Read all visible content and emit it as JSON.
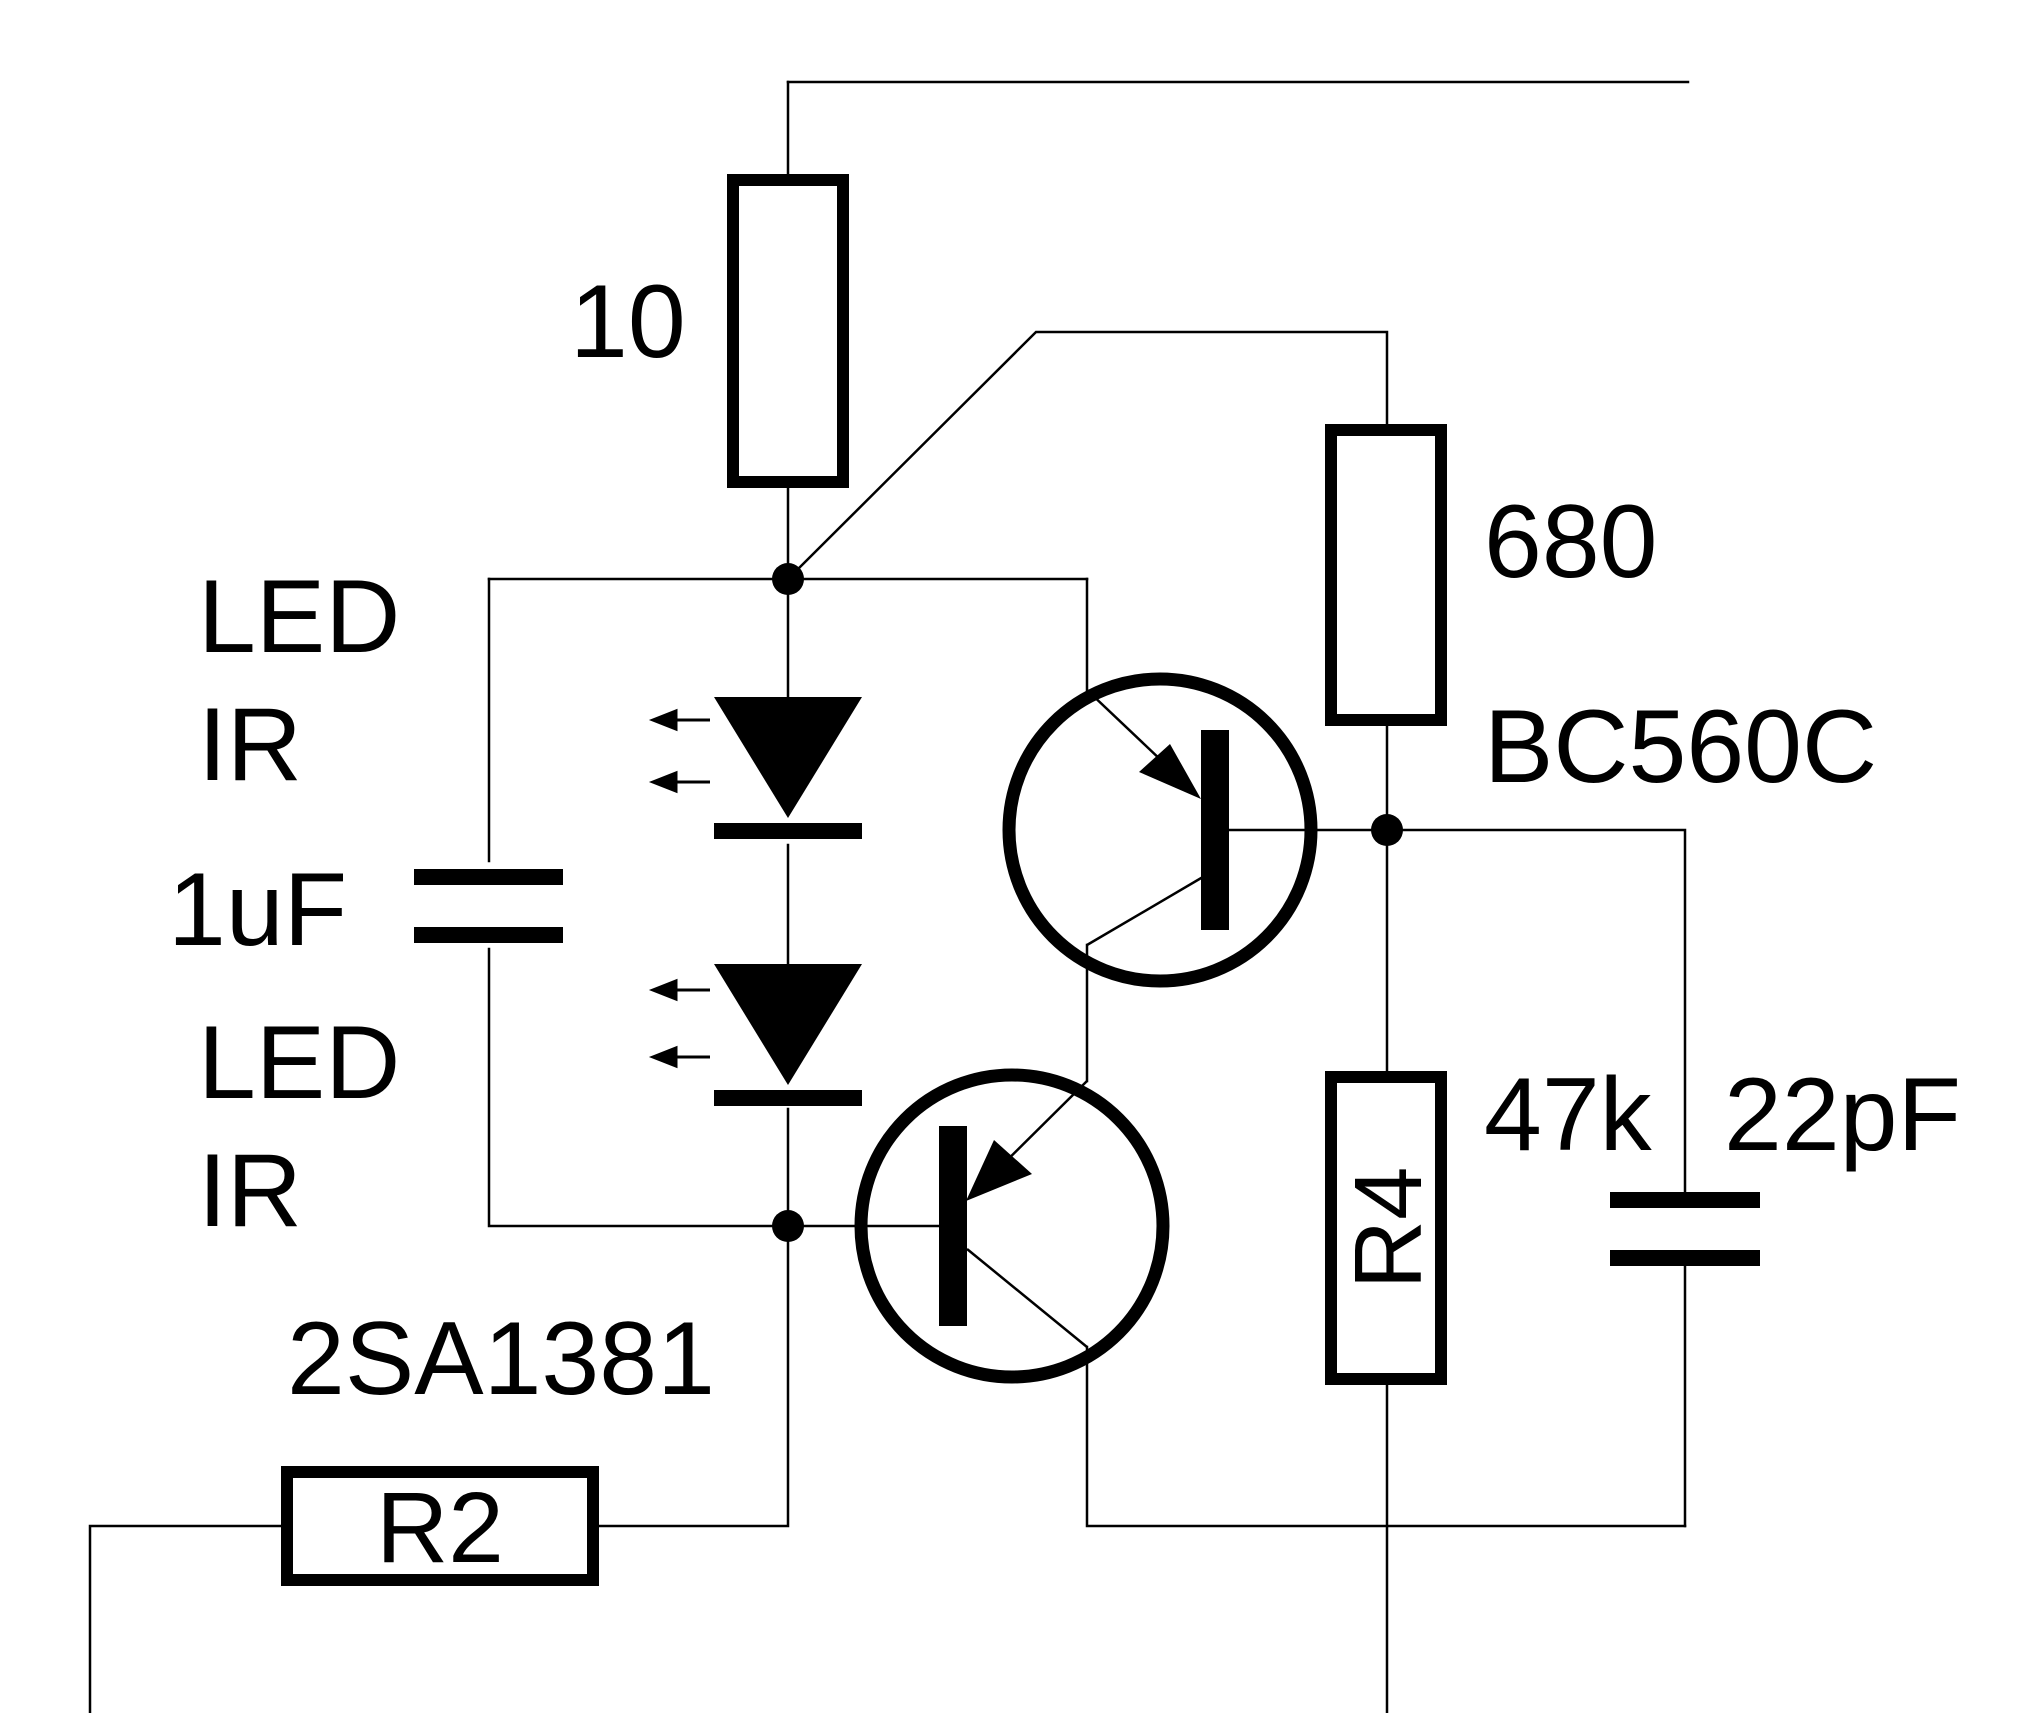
{
  "schematic": {
    "labels": {
      "r_top": "10",
      "r_collector": "680",
      "r_bias_value": "47k",
      "r_bias_ref": "R4",
      "r_base_ref": "R2",
      "led_1_line1": "LED",
      "led_1_line2": "IR",
      "led_2_line1": "LED",
      "led_2_line2": "IR",
      "cap_left": "1uF",
      "cap_right": "22pF",
      "transistor_upper": "BC560C",
      "transistor_lower": "2SA1381"
    },
    "colors": {
      "ink": "#000000",
      "paper": "#ffffff"
    }
  }
}
